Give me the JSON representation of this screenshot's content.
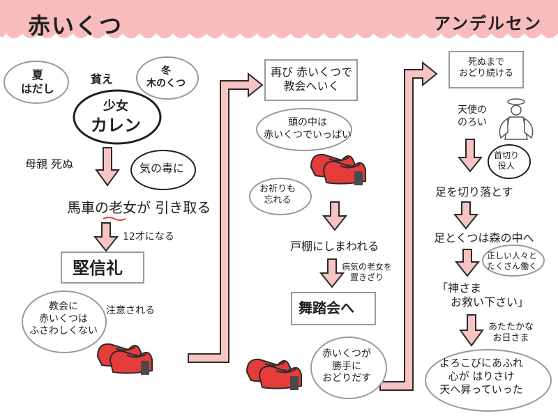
{
  "title": "赤いくつ",
  "author": "アンデルセン",
  "col1": {
    "summer": [
      "夏",
      "はだし"
    ],
    "poor": "貧え",
    "winter": [
      "冬",
      "木のくつ"
    ],
    "heroine": [
      "少女",
      "カレン"
    ],
    "mother": "母親 死ぬ",
    "liked": "気の毒に",
    "adopted": [
      "馬車の",
      "老女",
      "が 引き取る"
    ],
    "age": "12才になる",
    "confirmation": "堅信礼",
    "church": [
      "教会に",
      "赤いくつは",
      "ふさわしくない"
    ],
    "warned": "注意される"
  },
  "col2": {
    "again": [
      "再び 赤いくつで",
      "教会へいく"
    ],
    "head": [
      "頭の中は",
      "赤いくつでいっぱい"
    ],
    "pray": [
      "お祈りも",
      "忘れる"
    ],
    "shelf": "戸棚にしまわれる",
    "oldwoman": [
      "病気の老女を",
      "置きざり"
    ],
    "ball": "舞踏会へ",
    "dance": [
      "赤いくつが",
      "勝手に",
      "おどりだす"
    ]
  },
  "col3": {
    "cursed": [
      "死ぬまで",
      "おどり続ける"
    ],
    "angel": [
      "天使の",
      "のろい"
    ],
    "exec": [
      "首切り",
      "役人"
    ],
    "cut": "足を切り落とす",
    "forest": "足とくつは森の中へ",
    "work": [
      "正しい人々と",
      "たくさん働く"
    ],
    "prayer": [
      "「神さま",
      "お救い下さい」"
    ],
    "sun": [
      "あたたかな",
      "お日さま"
    ],
    "end": [
      "よろこびにあふれ",
      "心が はりさけ",
      "天へ昇っていった"
    ]
  },
  "colors": {
    "header": "#f9bcbc",
    "arrow": "#f7c3c3",
    "arrowStroke": "#2a2a2a",
    "shoe": "#e53c3c",
    "gray": "#9a9a9a"
  }
}
